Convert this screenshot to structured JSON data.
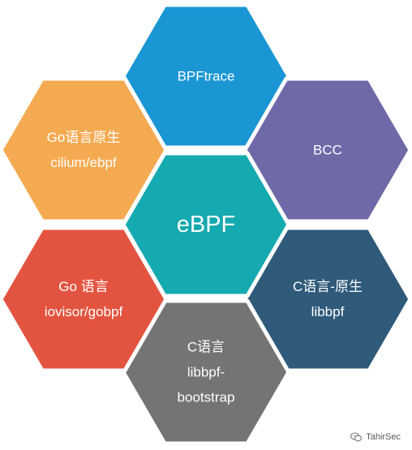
{
  "colors": {
    "background": "#ffffff",
    "gap": "#ffffff"
  },
  "hexagons": [
    {
      "id": "bpftrace",
      "lines": [
        "BPFtrace"
      ],
      "color": "#1b96d4"
    },
    {
      "id": "bcc",
      "lines": [
        "BCC"
      ],
      "color": "#6f69a8"
    },
    {
      "id": "c-libbpf",
      "lines": [
        "C语言-原生",
        "libbpf"
      ],
      "color": "#2f5a7a"
    },
    {
      "id": "c-libbpf-bootstrap",
      "lines": [
        "C语言",
        "libbpf-",
        "bootstrap"
      ],
      "color": "#747474"
    },
    {
      "id": "go-gobpf",
      "lines": [
        "Go 语言",
        "iovisor/gobpf"
      ],
      "color": "#e35440"
    },
    {
      "id": "go-cilium",
      "lines": [
        "Go语言原生",
        "cilium/ebpf"
      ],
      "color": "#f4aa50"
    },
    {
      "id": "ebpf",
      "lines": [
        "eBPF"
      ],
      "color": "#15a9b0"
    }
  ],
  "watermark": {
    "text": "TahirSec",
    "icon": "wechat-icon"
  }
}
